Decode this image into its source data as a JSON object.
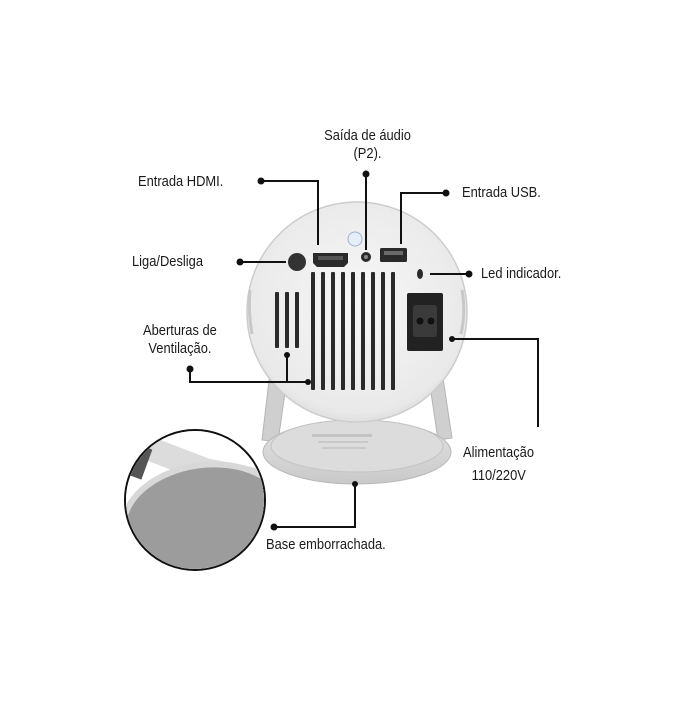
{
  "callouts": {
    "audio": {
      "line1": "Saída de áudio",
      "line2": "(P2)."
    },
    "hdmi": "Entrada HDMI.",
    "usb": "Entrada USB.",
    "power_switch": "Liga/Desliga",
    "led": "Led indicador.",
    "vents": {
      "line1": "Aberturas de",
      "line2": "Ventilação."
    },
    "power": {
      "line1": "Alimentação",
      "line2": "110/220V"
    },
    "base": "Base emborrachada."
  },
  "colors": {
    "line": "#111111",
    "body": "#f1f1f1",
    "port": "#222222",
    "rubber": "#9c9c9c"
  }
}
